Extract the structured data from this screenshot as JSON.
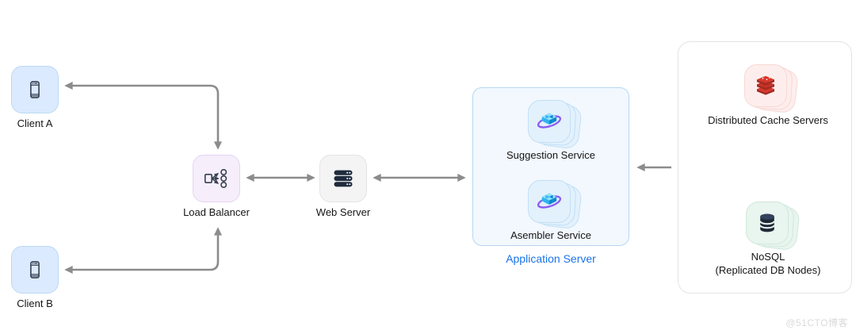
{
  "nodes": {
    "client_a": {
      "label": "Client A",
      "icon": "smartphone"
    },
    "client_b": {
      "label": "Client B",
      "icon": "smartphone"
    },
    "load_balancer": {
      "label": "Load Balancer",
      "icon": "load-balancer"
    },
    "web_server": {
      "label": "Web Server",
      "icon": "server-rack"
    },
    "suggestion_service": {
      "label": "Suggestion Service",
      "icon": "cubes-with-ring"
    },
    "asembler_service": {
      "label": "Asembler Service",
      "icon": "cubes-with-ring"
    },
    "application_server": {
      "label": "Application Server"
    },
    "distributed_cache": {
      "label": "Distributed Cache Servers",
      "icon": "redis-stack"
    },
    "nosql": {
      "label": "NoSQL",
      "sublabel": "(Replicated DB Nodes)",
      "icon": "database-cylinder"
    }
  },
  "edges": [
    {
      "from": "load_balancer",
      "to": "client_a",
      "shape": "elbow",
      "arrowheads": "both"
    },
    {
      "from": "load_balancer",
      "to": "client_b",
      "shape": "elbow",
      "arrowheads": "both"
    },
    {
      "from": "load_balancer",
      "to": "web_server",
      "shape": "straight",
      "arrowheads": "both"
    },
    {
      "from": "web_server",
      "to": "application_server",
      "shape": "straight",
      "arrowheads": "both"
    },
    {
      "from": "cache_db_panel",
      "to": "application_server",
      "shape": "straight",
      "arrowheads": "end"
    }
  ],
  "colors": {
    "arrow": "#8c8c8c",
    "client_fill": "#dbeafe",
    "client_border": "#bcd9f5",
    "load_balancer_fill": "#f6eefb",
    "load_balancer_border": "#e4d4f4",
    "web_server_fill": "#f4f4f5",
    "web_server_border": "#e4e4e7",
    "app_panel_fill": "#f2f8fe",
    "app_panel_border": "#b5d7f4",
    "service_fill": "#e3f1fc",
    "service_border": "#c2dff6",
    "cache_fill": "#fdeeed",
    "cache_border": "#f7d8d4",
    "nosql_fill": "#e9f5ef",
    "nosql_border": "#d0e9da",
    "app_label": "#1a73e8",
    "label": "#161616",
    "redis_red": "#d9372c",
    "db_dark": "#1f2937",
    "ring_purple": "#8b5cf6"
  },
  "watermark": "@51CTO博客"
}
